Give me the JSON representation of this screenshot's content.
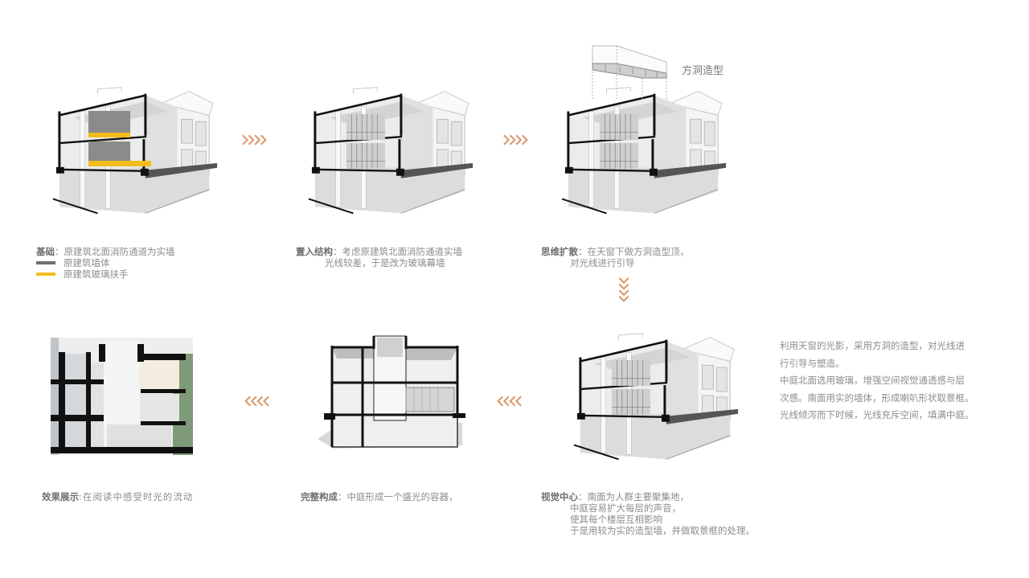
{
  "colors": {
    "background": "#ffffff",
    "text": "#8c8c8c",
    "text_bold": "#6e6e6e",
    "arrow": "#d99a6c",
    "wall_legend": "#6f6f6f",
    "glass_rail_legend": "#f2bd1c",
    "line": "#111111",
    "glass": "#d6d6d6"
  },
  "steps": [
    {
      "id": "step1",
      "title": "基础",
      "sep": "：",
      "lines": [
        "原建筑北面消防通道为实墙"
      ],
      "legend": [
        {
          "label": "原建筑墙体",
          "color": "#6f6f6f"
        },
        {
          "label": "原建筑玻璃扶手",
          "color": "#f2bd1c"
        }
      ]
    },
    {
      "id": "step2",
      "title": "置入结构",
      "sep": "：",
      "lines": [
        "考虑原建筑北面消防通道实墙",
        "光线较差，于是改为玻璃幕墙"
      ]
    },
    {
      "id": "step3",
      "title": "思维扩散",
      "sep": "：",
      "lines": [
        "在天窗下做方洞造型顶，",
        "对光线进行引导"
      ],
      "annotation": "方洞造型"
    },
    {
      "id": "step4",
      "title": "视觉中心",
      "sep": "：",
      "lines": [
        "南面为人群主要聚集地，",
        "中庭容易扩大每层的声音，",
        "使其每个楼层互相影响",
        "于是用较为实的造型墙，并做取景框的处理。"
      ]
    },
    {
      "id": "step5",
      "title": "完整构成",
      "sep": "：",
      "lines": [
        "中庭形成一个盛光的容器，"
      ]
    },
    {
      "id": "step6",
      "title": "效果展示",
      "sep": ":",
      "lines": [
        "在阅读中感受时光的流动"
      ]
    }
  ],
  "side_note": {
    "lines": [
      "利用天窗的光影，采用方洞的造型，对光线进",
      "行引导与塑造。",
      "中庭北面选用玻璃，增强空间视觉通透感与层",
      "次感。南面用实的墙体，形成喇叭形状取景框。",
      "光线倾泻而下时候，光线充斥空间，填满中庭。"
    ]
  },
  "arrows": [
    {
      "id": "arrow-1-2",
      "direction": "right",
      "icon": "chevron-right-icon"
    },
    {
      "id": "arrow-2-3",
      "direction": "right",
      "icon": "chevron-right-icon"
    },
    {
      "id": "arrow-3-4",
      "direction": "down",
      "icon": "chevron-down-icon"
    },
    {
      "id": "arrow-4-5",
      "direction": "left",
      "icon": "chevron-left-icon"
    },
    {
      "id": "arrow-5-6",
      "direction": "left",
      "icon": "chevron-left-icon"
    }
  ]
}
